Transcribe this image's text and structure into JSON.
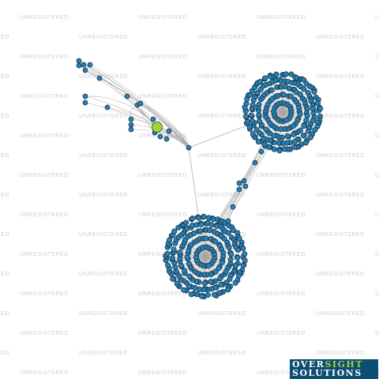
{
  "watermark": {
    "text": "UNREGISTERED"
  },
  "diagram": {
    "colors": {
      "node_fill": "#2b7fb2",
      "node_stroke": "#0a2a3d",
      "focus_node_fill": "#a4d233",
      "edge": "#a6a6a6",
      "hub": "#8a8a8a"
    }
  },
  "brand": {
    "word1": "OVER",
    "word2": "SIGHT",
    "word3": "SOLUTIONS",
    "colors": {
      "background": "#0c4d72",
      "text": "#ffffff",
      "accent": "#a4d233"
    }
  }
}
